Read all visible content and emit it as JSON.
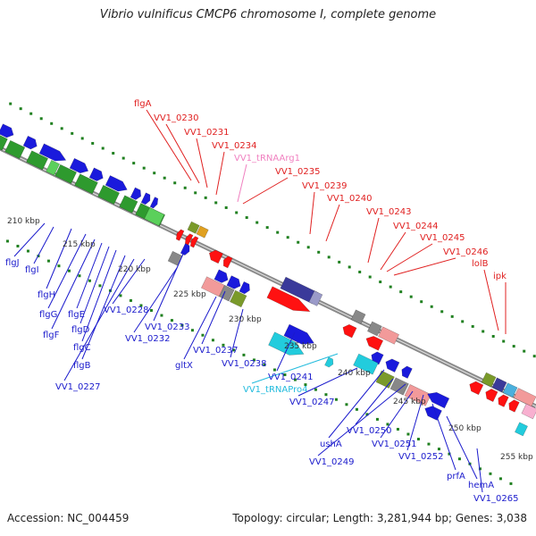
{
  "title": "Vibrio vulnificus CMCP6 chromosome I, complete genome",
  "footer": {
    "accession": "Accession: NC_004459",
    "summary": "Topology: circular; Length: 3,281,944 bp; Genes: 3,038"
  },
  "colors": {
    "backbone": "#8a8a8a",
    "top_labels": "#e02020",
    "trna_pink": "#f080c0",
    "bottom_labels": "#1a1acc",
    "trna_cyan": "#22bbdd",
    "ticks": "#208020"
  },
  "scale_labels": [
    "210 kbp",
    "215 kbp",
    "220 kbp",
    "225 kbp",
    "230 kbp",
    "235 kbp",
    "240 kbp",
    "245 kbp",
    "250 kbp",
    "255 kbp"
  ],
  "top_genes": [
    {
      "name": "flgA",
      "color": "red"
    },
    {
      "name": "VV1_0230",
      "color": "red"
    },
    {
      "name": "VV1_0231",
      "color": "red"
    },
    {
      "name": "VV1_0234",
      "color": "red"
    },
    {
      "name": "VV1_tRNAArg1",
      "color": "pink"
    },
    {
      "name": "VV1_0235",
      "color": "red"
    },
    {
      "name": "VV1_0239",
      "color": "red"
    },
    {
      "name": "VV1_0240",
      "color": "red"
    },
    {
      "name": "VV1_0243",
      "color": "red"
    },
    {
      "name": "VV1_0244",
      "color": "red"
    },
    {
      "name": "VV1_0245",
      "color": "red"
    },
    {
      "name": "VV1_0246",
      "color": "red"
    },
    {
      "name": "lolB",
      "color": "red"
    },
    {
      "name": "ipk",
      "color": "red"
    }
  ],
  "bottom_genes": [
    {
      "name": "flgJ",
      "color": "blue"
    },
    {
      "name": "flgI",
      "color": "blue"
    },
    {
      "name": "flgH",
      "color": "blue"
    },
    {
      "name": "flgG",
      "color": "blue"
    },
    {
      "name": "flgF",
      "color": "blue"
    },
    {
      "name": "flgE",
      "color": "blue"
    },
    {
      "name": "flgD",
      "color": "blue"
    },
    {
      "name": "flgC",
      "color": "blue"
    },
    {
      "name": "flgB",
      "color": "blue"
    },
    {
      "name": "VV1_0227",
      "color": "blue"
    },
    {
      "name": "VV1_0228",
      "color": "blue"
    },
    {
      "name": "VV1_0233",
      "color": "blue"
    },
    {
      "name": "VV1_0232",
      "color": "blue"
    },
    {
      "name": "gltX",
      "color": "blue"
    },
    {
      "name": "VV1_0237",
      "color": "blue"
    },
    {
      "name": "VV1_0238",
      "color": "blue"
    },
    {
      "name": "VV1_0241",
      "color": "blue"
    },
    {
      "name": "VV1_tRNAPro4",
      "color": "cyan"
    },
    {
      "name": "VV1_0247",
      "color": "blue"
    },
    {
      "name": "ushA",
      "color": "blue"
    },
    {
      "name": "VV1_0250",
      "color": "blue"
    },
    {
      "name": "VV1_0249",
      "color": "blue"
    },
    {
      "name": "VV1_0251",
      "color": "blue"
    },
    {
      "name": "VV1_0252",
      "color": "blue"
    },
    {
      "name": "prfA",
      "color": "blue"
    },
    {
      "name": "hemA",
      "color": "blue"
    },
    {
      "name": "VV1_0265",
      "color": "blue"
    }
  ]
}
